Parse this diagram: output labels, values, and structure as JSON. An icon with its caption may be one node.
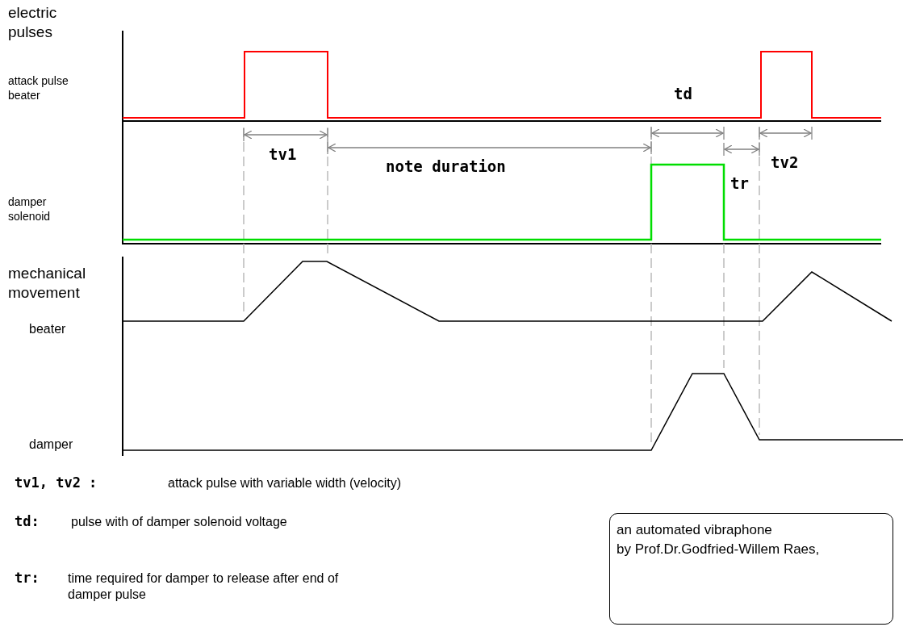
{
  "diagram": {
    "nodes": [
      {
        "text": [
          "an automated vibraphone",
          "by Prof.Dr.Godfried-Willem Raes,"
        ]
      }
    ],
    "labels": [
      "electric pulses",
      "attack pulse beater",
      "td",
      "tv1",
      "note duration",
      "tv2",
      "tr",
      "damper solenoid",
      "mechanical movement",
      "beater",
      "damper",
      "tv1, tv2 :",
      "attack pulse with variable width (velocity)",
      "td:",
      "pulse with of damper solenoid voltage",
      "tr:",
      "time required for damper to release after end of damper pulse"
    ]
  }
}
